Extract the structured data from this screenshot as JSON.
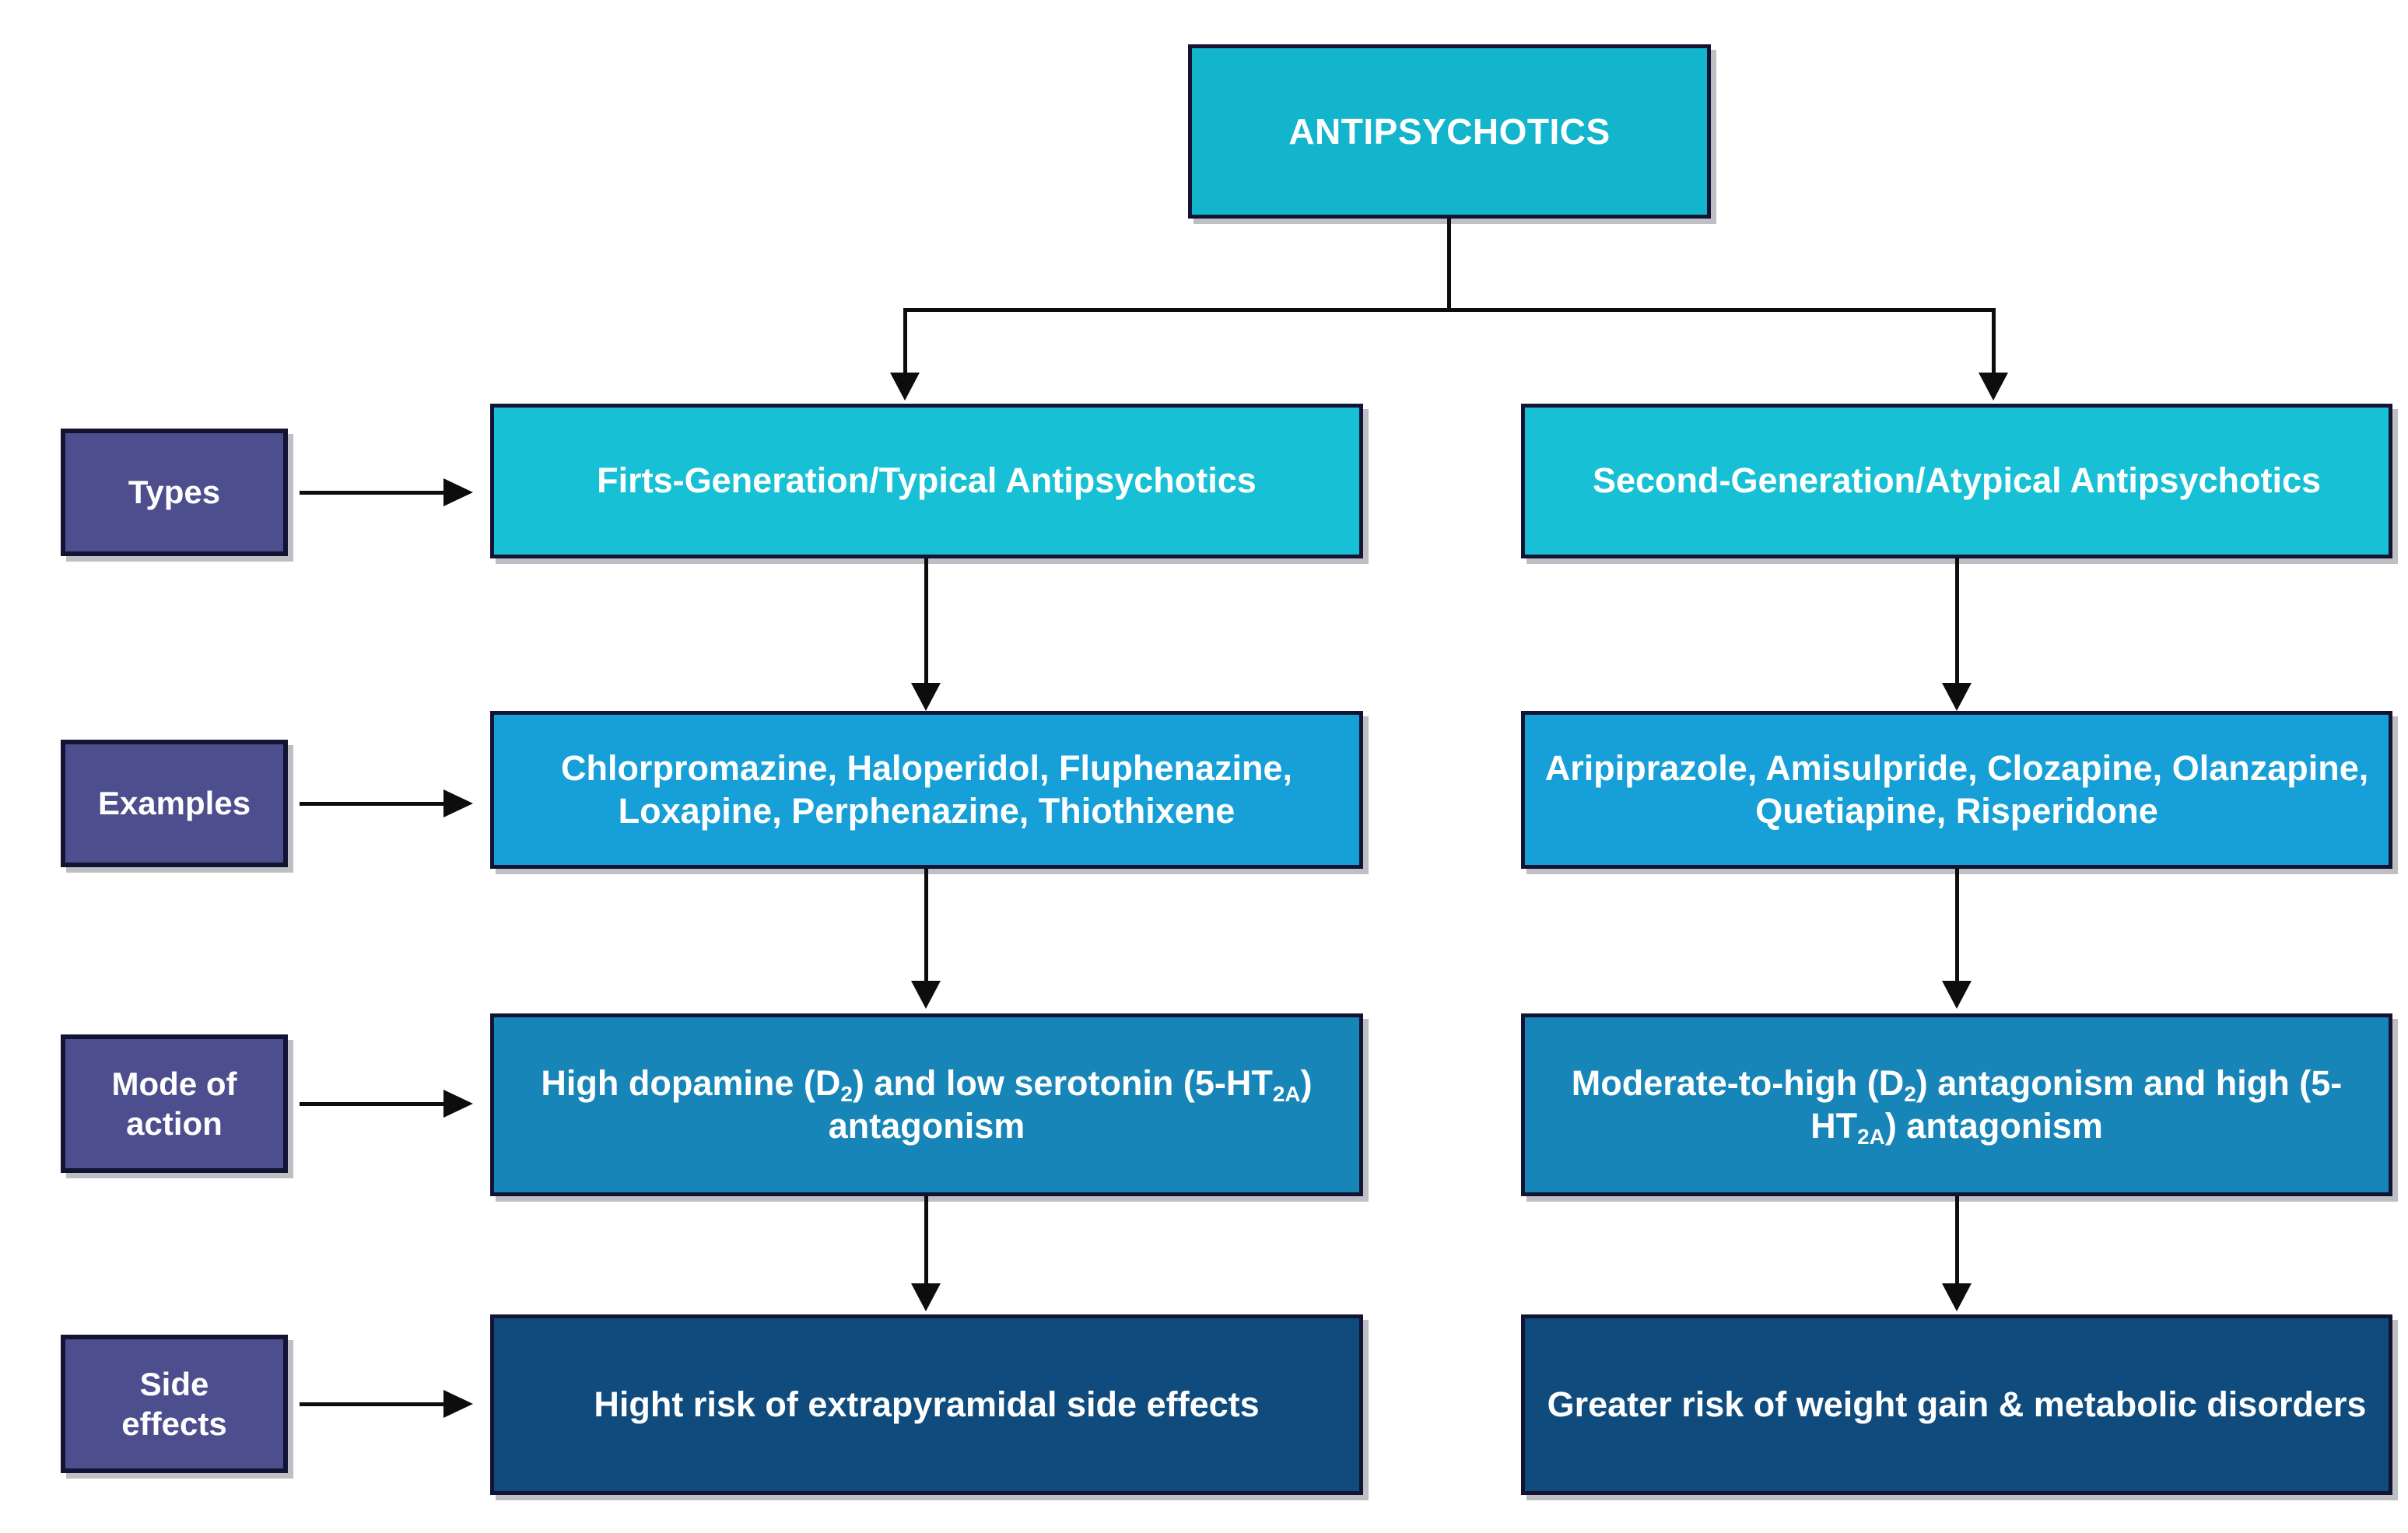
{
  "diagram": {
    "title": "ANTIPSYCHOTICS",
    "row_labels": [
      {
        "id": "types",
        "text": "Types"
      },
      {
        "id": "examples",
        "text": "Examples"
      },
      {
        "id": "mode-of-action",
        "text": "Mode of\naction"
      },
      {
        "id": "side-effects",
        "text": "Side\neffects"
      }
    ],
    "columns": [
      {
        "id": "first-generation",
        "type": "Firts-Generation/Typical Antipsychotics",
        "examples": "Chlorpromazine, Haloperidol, Fluphenazine, Loxapine, Perphenazine, Thiothixene",
        "mode_of_action_pre": "High dopamine (D",
        "mode_of_action_sub1": "2",
        "mode_of_action_mid": ") and low serotonin (5-HT",
        "mode_of_action_sub2": "2A",
        "mode_of_action_post": ") antagonism",
        "side_effects": "Hight risk of extrapyramidal side effects"
      },
      {
        "id": "second-generation",
        "type": "Second-Generation/Atypical Antipsychotics",
        "examples": "Aripiprazole, Amisulpride, Clozapine, Olanzapine, Quetiapine, Risperidone",
        "mode_of_action_pre": "Moderate-to-high (D",
        "mode_of_action_sub1": "2",
        "mode_of_action_mid": ") antagonism and high (5-HT",
        "mode_of_action_sub2": "2A",
        "mode_of_action_post": ") antagonism",
        "side_effects": "Greater risk of weight gain & metabolic disorders"
      }
    ],
    "colors": {
      "title_box": "#13B5CC",
      "type_box": "#17C0D4",
      "examples_box": "#17A0D8",
      "mode_box": "#1785B8",
      "side_box": "#104B7D",
      "label_box": "#4C4E8E",
      "border": "#131333",
      "connector": "#0d0d0d",
      "text": "#FFFFFF",
      "background": "#FFFFFF"
    }
  }
}
